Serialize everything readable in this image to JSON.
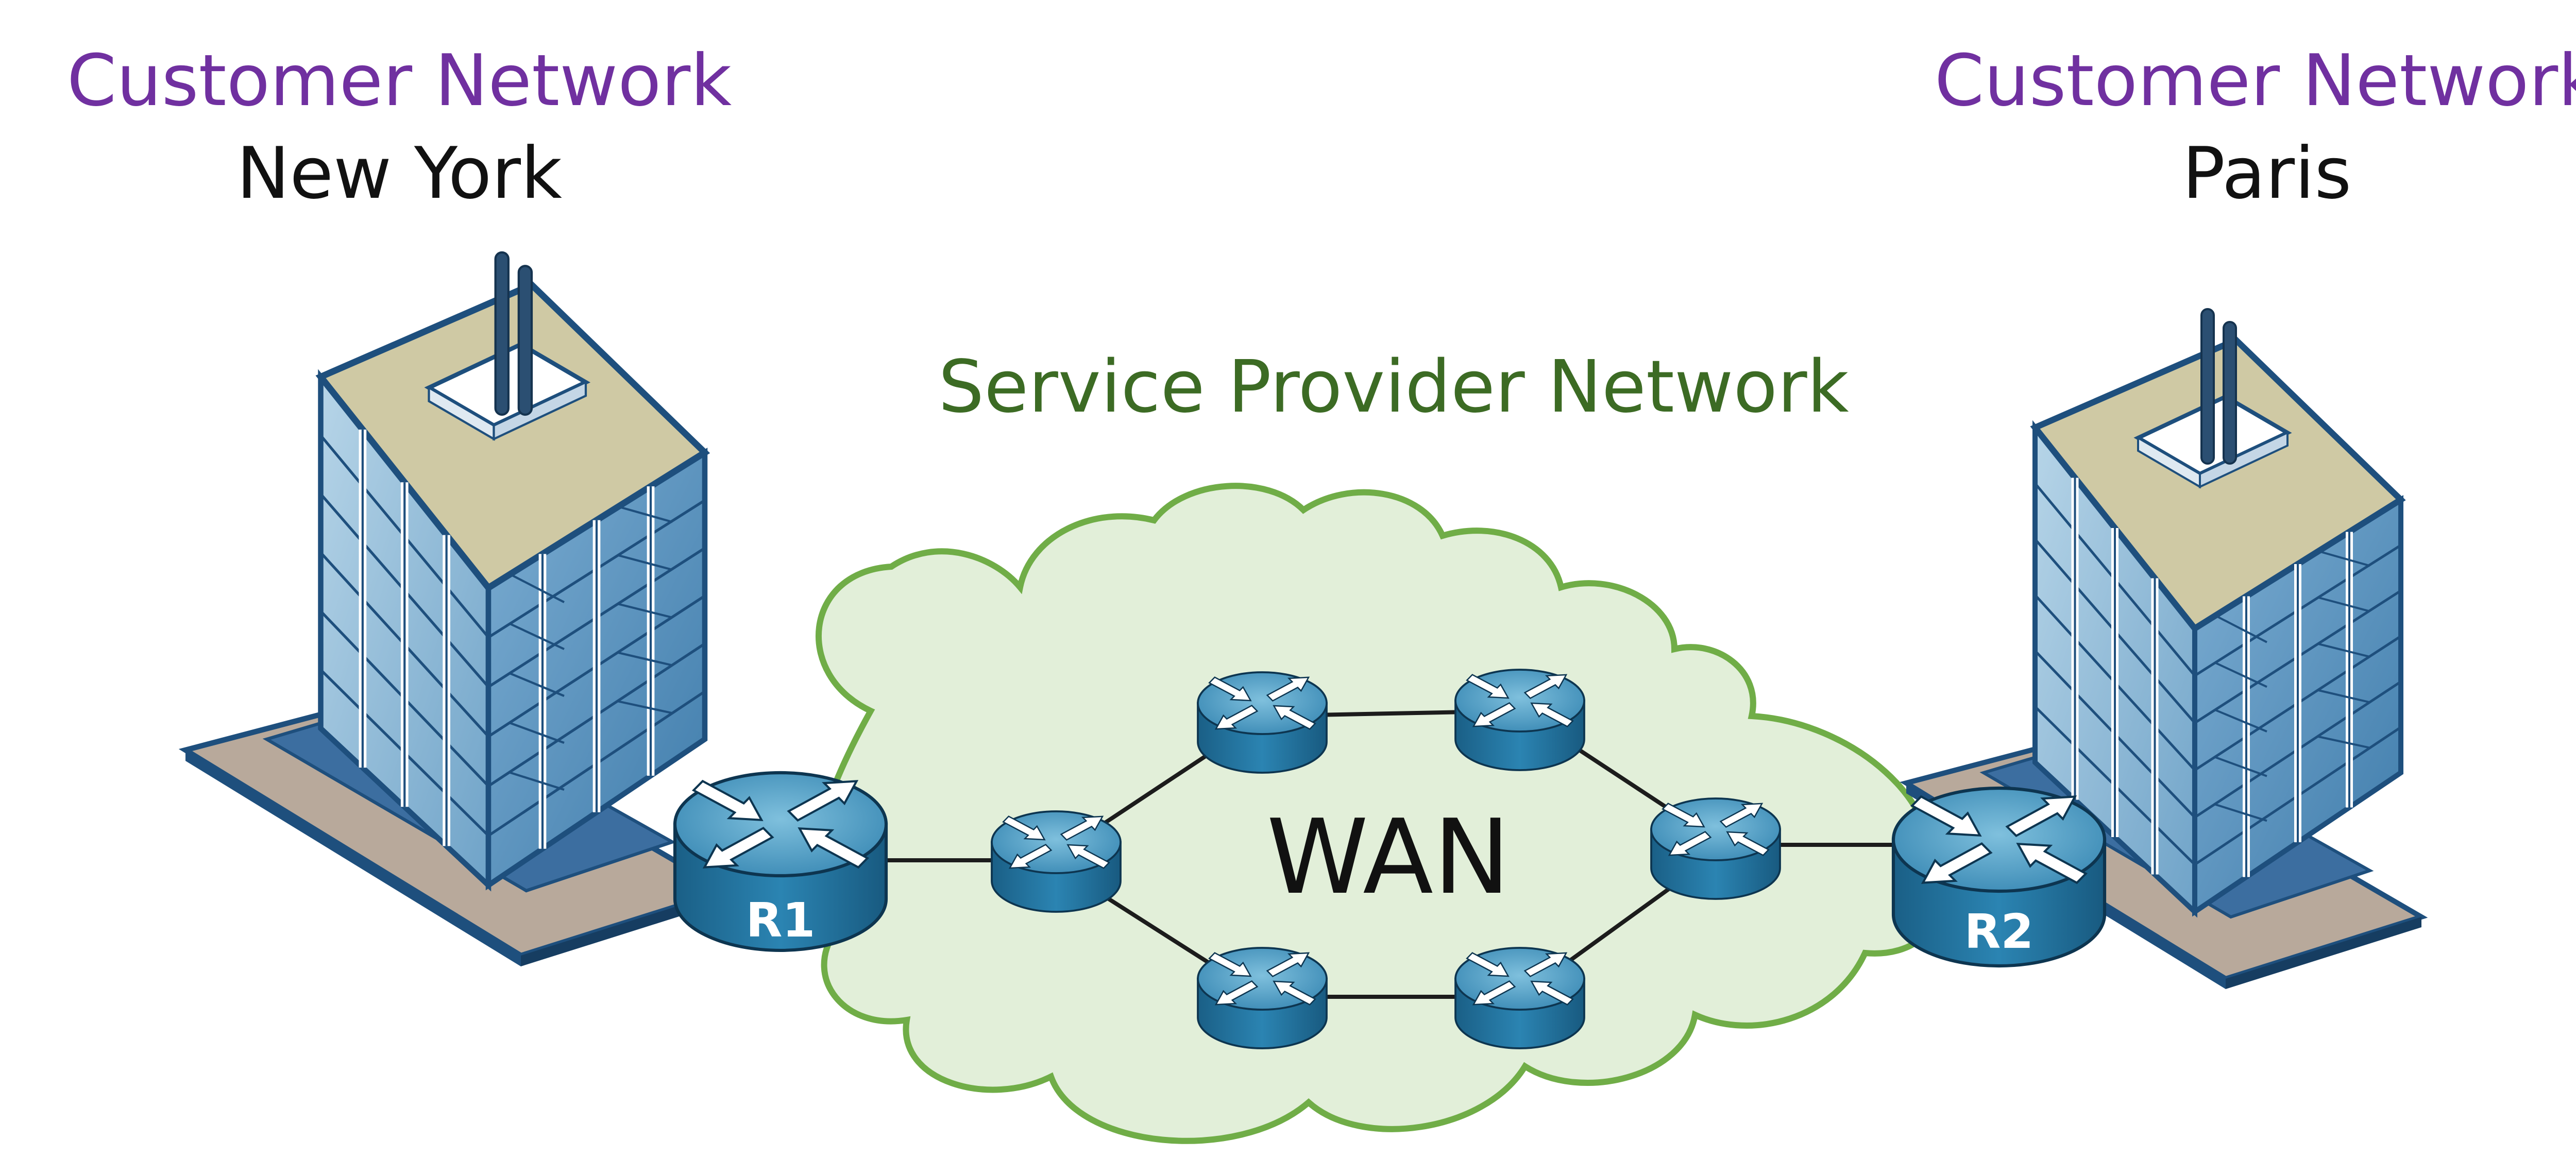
{
  "sites": [
    {
      "id": "nyc",
      "title": "Customer Network",
      "city": "New York"
    },
    {
      "id": "paris",
      "title": "Customer Network",
      "city": "Paris"
    }
  ],
  "provider": {
    "title": "Service Provider Network",
    "label": "WAN"
  },
  "routers": {
    "r1": "R1",
    "r2": "R2"
  },
  "colors": {
    "site_title": "#7030a0",
    "provider_title": "#3c6b24",
    "cloud_fill": "#e2efd9",
    "cloud_stroke": "#70ad47",
    "router_top": "#5ca3c6",
    "router_side": "#1f6c94",
    "building_glass": "#8fbcd8",
    "building_frame": "#1e4f7d",
    "building_roof": "#cfc9a4",
    "ground": "#b8a99b"
  },
  "icons": [
    "building-icon",
    "router-icon",
    "cloud-icon",
    "antenna-icon"
  ]
}
